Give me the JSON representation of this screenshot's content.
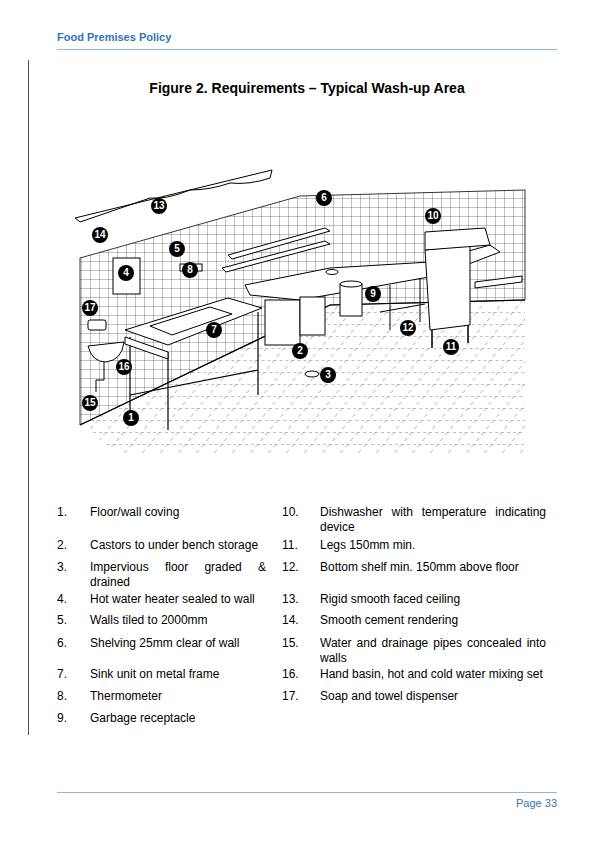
{
  "diagram": {
    "title": "Figure 2. Requirements – Typical Wash-up Area",
    "labels": [
      "Food Premises Policy",
      "1",
      "2",
      "3",
      "4",
      "5",
      "6",
      "7",
      "8",
      "9",
      "10",
      "11",
      "12",
      "13",
      "14",
      "15",
      "16",
      "17",
      "1.",
      "Floor/wall coving",
      "2.",
      "Castors to under bench storage",
      "3.",
      "Impervious floor graded & drained",
      "4.",
      "Hot water heater sealed to wall",
      "5.",
      "Walls tiled to 2000mm",
      "6.",
      "Shelving 25mm clear of wall",
      "7.",
      "Sink unit on metal frame",
      "8.",
      "Thermometer",
      "9.",
      "Garbage receptacle",
      "10.",
      "Dishwasher with temperature indicating device",
      "11.",
      "Legs 150mm min.",
      "12.",
      "Bottom shelf min. 150mm above floor",
      "13.",
      "Rigid smooth faced ceiling",
      "14.",
      "Smooth cement rendering",
      "15.",
      "Water and drainage pipes concealed into walls",
      "16.",
      "Hand basin, hot and cold water mixing set",
      "17.",
      "Soap and towel dispenser",
      "Page 33"
    ]
  }
}
